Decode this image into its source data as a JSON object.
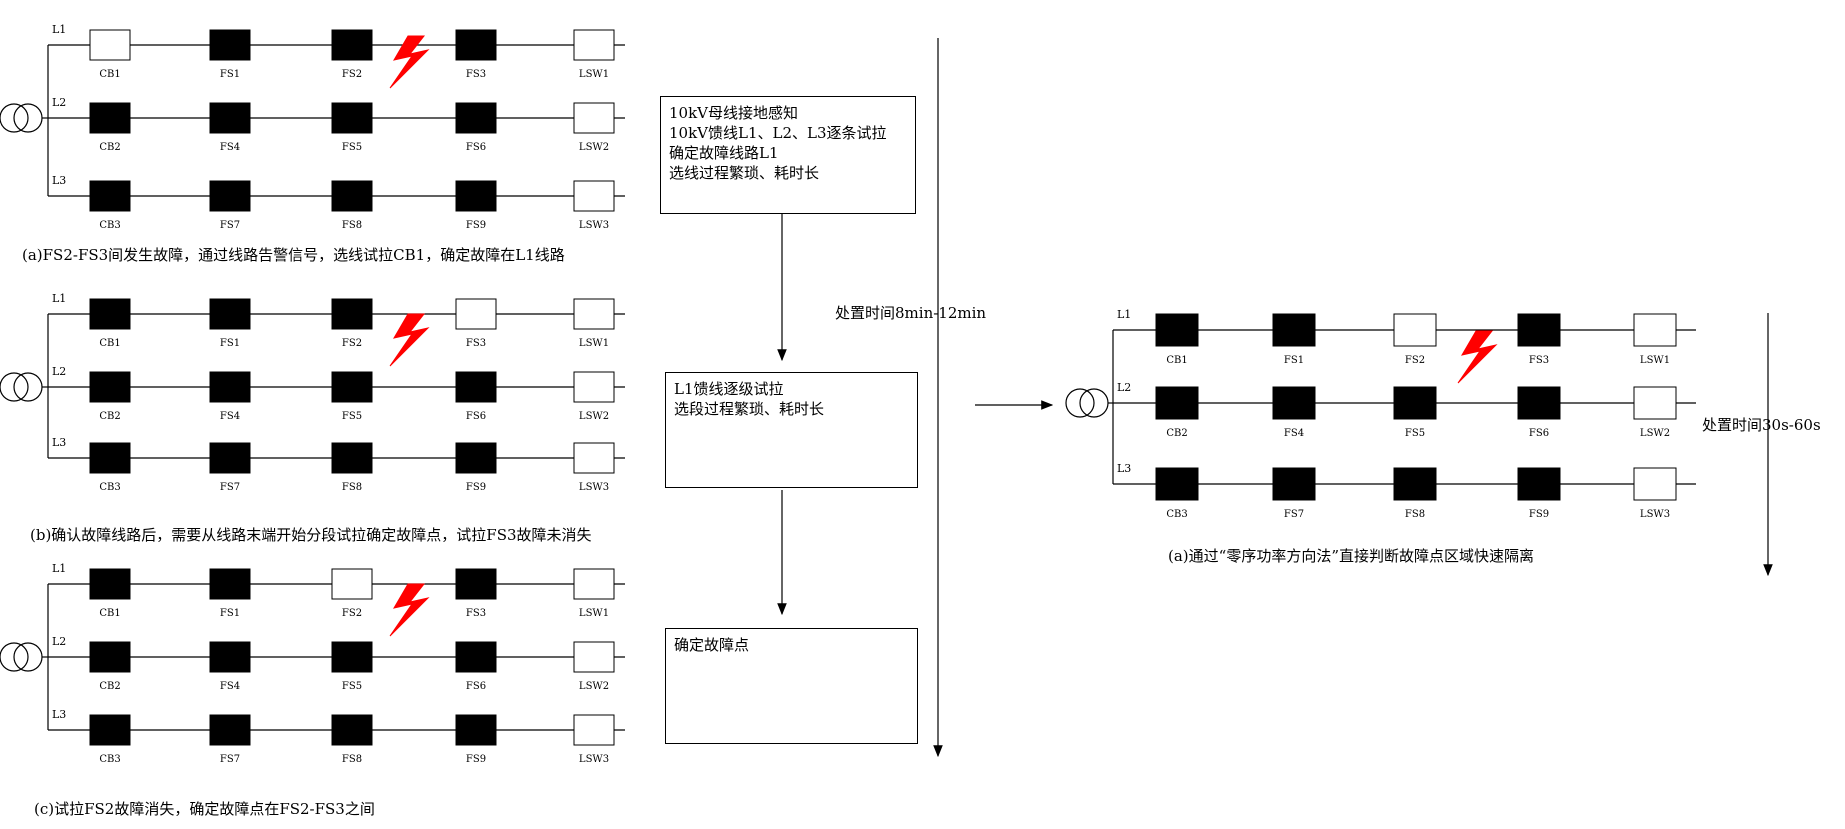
{
  "colors": {
    "line": "#000000",
    "closed_switch": "#000000",
    "open_switch": "#ffffff",
    "fault": "#ff0000"
  },
  "icons": {
    "source": "transformer-icon",
    "fault": "lightning-bolt-icon"
  },
  "switch_legend": {
    "filled": "closed",
    "hollow": "open"
  },
  "diagrams": [
    {
      "id": "a",
      "caption": "(a)FS2-FS3间发生故障，通过线路告警信号，选线试拉CB1，确定故障在L1线路",
      "fault_between": [
        "FS2",
        "FS3"
      ],
      "feeders": [
        {
          "name": "L1",
          "switches": [
            {
              "label": "CB1",
              "state": "open"
            },
            {
              "label": "FS1",
              "state": "closed"
            },
            {
              "label": "FS2",
              "state": "closed"
            },
            {
              "label": "FS3",
              "state": "closed"
            },
            {
              "label": "LSW1",
              "state": "open"
            }
          ]
        },
        {
          "name": "L2",
          "switches": [
            {
              "label": "CB2",
              "state": "closed"
            },
            {
              "label": "FS4",
              "state": "closed"
            },
            {
              "label": "FS5",
              "state": "closed"
            },
            {
              "label": "FS6",
              "state": "closed"
            },
            {
              "label": "LSW2",
              "state": "open"
            }
          ]
        },
        {
          "name": "L3",
          "switches": [
            {
              "label": "CB3",
              "state": "closed"
            },
            {
              "label": "FS7",
              "state": "closed"
            },
            {
              "label": "FS8",
              "state": "closed"
            },
            {
              "label": "FS9",
              "state": "closed"
            },
            {
              "label": "LSW3",
              "state": "open"
            }
          ]
        }
      ]
    },
    {
      "id": "b",
      "caption": "(b)确认故障线路后，需要从线路末端开始分段试拉确定故障点，试拉FS3故障未消失",
      "fault_between": [
        "FS2",
        "FS3"
      ],
      "feeders": [
        {
          "name": "L1",
          "switches": [
            {
              "label": "CB1",
              "state": "closed"
            },
            {
              "label": "FS1",
              "state": "closed"
            },
            {
              "label": "FS2",
              "state": "closed"
            },
            {
              "label": "FS3",
              "state": "open"
            },
            {
              "label": "LSW1",
              "state": "open"
            }
          ]
        },
        {
          "name": "L2",
          "switches": [
            {
              "label": "CB2",
              "state": "closed"
            },
            {
              "label": "FS4",
              "state": "closed"
            },
            {
              "label": "FS5",
              "state": "closed"
            },
            {
              "label": "FS6",
              "state": "closed"
            },
            {
              "label": "LSW2",
              "state": "open"
            }
          ]
        },
        {
          "name": "L3",
          "switches": [
            {
              "label": "CB3",
              "state": "closed"
            },
            {
              "label": "FS7",
              "state": "closed"
            },
            {
              "label": "FS8",
              "state": "closed"
            },
            {
              "label": "FS9",
              "state": "closed"
            },
            {
              "label": "LSW3",
              "state": "open"
            }
          ]
        }
      ]
    },
    {
      "id": "c",
      "caption": "(c)试拉FS2故障消失，确定故障点在FS2-FS3之间",
      "fault_between": [
        "FS2",
        "FS3"
      ],
      "feeders": [
        {
          "name": "L1",
          "switches": [
            {
              "label": "CB1",
              "state": "closed"
            },
            {
              "label": "FS1",
              "state": "closed"
            },
            {
              "label": "FS2",
              "state": "open"
            },
            {
              "label": "FS3",
              "state": "closed"
            },
            {
              "label": "LSW1",
              "state": "open"
            }
          ]
        },
        {
          "name": "L2",
          "switches": [
            {
              "label": "CB2",
              "state": "closed"
            },
            {
              "label": "FS4",
              "state": "closed"
            },
            {
              "label": "FS5",
              "state": "closed"
            },
            {
              "label": "FS6",
              "state": "closed"
            },
            {
              "label": "LSW2",
              "state": "open"
            }
          ]
        },
        {
          "name": "L3",
          "switches": [
            {
              "label": "CB3",
              "state": "closed"
            },
            {
              "label": "FS7",
              "state": "closed"
            },
            {
              "label": "FS8",
              "state": "closed"
            },
            {
              "label": "FS9",
              "state": "closed"
            },
            {
              "label": "LSW3",
              "state": "open"
            }
          ]
        }
      ]
    },
    {
      "id": "d",
      "caption": "(a)通过“零序功率方向法”直接判断故障点区域快速隔离",
      "fault_between": [
        "FS2",
        "FS3"
      ],
      "feeders": [
        {
          "name": "L1",
          "switches": [
            {
              "label": "CB1",
              "state": "closed"
            },
            {
              "label": "FS1",
              "state": "closed"
            },
            {
              "label": "FS2",
              "state": "open"
            },
            {
              "label": "FS3",
              "state": "closed"
            },
            {
              "label": "LSW1",
              "state": "open"
            }
          ]
        },
        {
          "name": "L2",
          "switches": [
            {
              "label": "CB2",
              "state": "closed"
            },
            {
              "label": "FS4",
              "state": "closed"
            },
            {
              "label": "FS5",
              "state": "closed"
            },
            {
              "label": "FS6",
              "state": "closed"
            },
            {
              "label": "LSW2",
              "state": "open"
            }
          ]
        },
        {
          "name": "L3",
          "switches": [
            {
              "label": "CB3",
              "state": "closed"
            },
            {
              "label": "FS7",
              "state": "closed"
            },
            {
              "label": "FS8",
              "state": "closed"
            },
            {
              "label": "FS9",
              "state": "closed"
            },
            {
              "label": "LSW3",
              "state": "open"
            }
          ]
        }
      ]
    }
  ],
  "notes": {
    "step1": [
      "10kV母线接地感知",
      "10kV馈线L1、L2、L3逐条试拉",
      "确定故障线路L1",
      "选线过程繁琐、耗时长"
    ],
    "step2": [
      "L1馈线逐级试拉",
      "选段过程繁琐、耗时长"
    ],
    "step3": [
      "确定故障点"
    ]
  },
  "durations": {
    "traditional": "处置时间8min-12min",
    "new_method": "处置时间30s-60s"
  }
}
